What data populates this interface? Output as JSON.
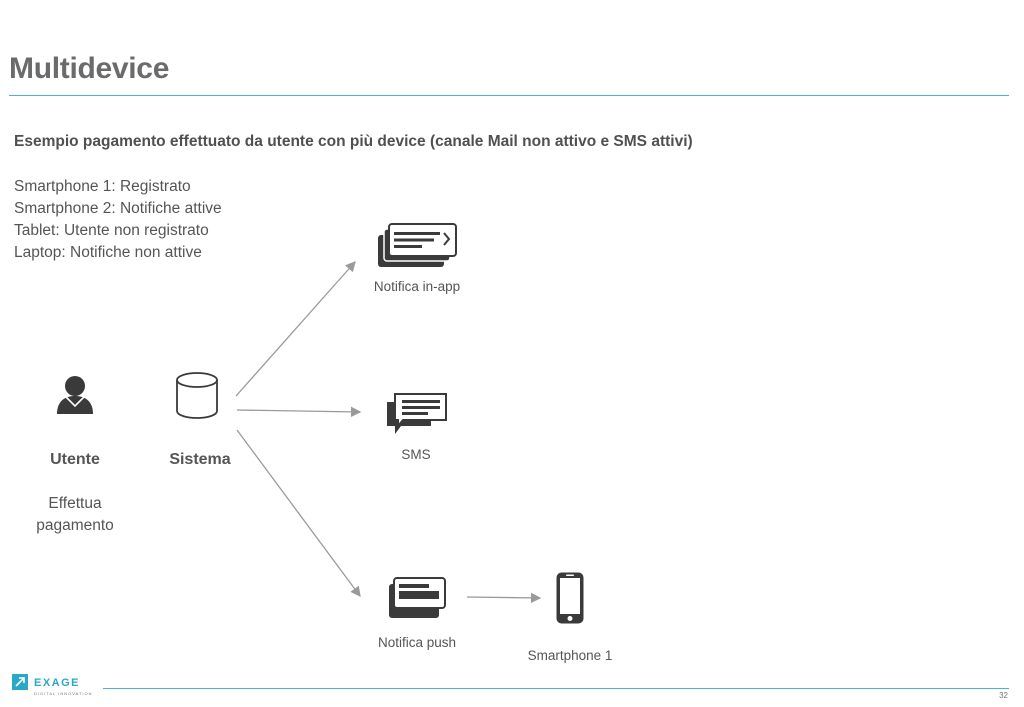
{
  "slide": {
    "title": "Multidevice",
    "subtitle": "Esempio pagamento effettuato da utente con più device (canale Mail non attivo e SMS attivi)",
    "devices": [
      "Smartphone 1: Registrato",
      "Smartphone 2: Notifiche attive",
      "Tablet: Utente non registrato",
      "Laptop: Notifiche non attive"
    ],
    "page_number": "32"
  },
  "diagram": {
    "nodes": {
      "user": {
        "label": "Utente",
        "sublabel_line1": "Effettua",
        "sublabel_line2": "pagamento",
        "icon": "user-icon"
      },
      "system": {
        "label": "Sistema",
        "icon": "database-icon"
      },
      "inapp": {
        "label": "Notifica in-app",
        "icon": "in-app-notification-icon"
      },
      "sms": {
        "label": "SMS",
        "icon": "sms-icon"
      },
      "push": {
        "label": "Notifica push",
        "icon": "push-notification-icon"
      },
      "phone": {
        "label": "Smartphone 1",
        "icon": "smartphone-icon"
      }
    },
    "edges": [
      {
        "from": "system",
        "to": "inapp"
      },
      {
        "from": "system",
        "to": "sms"
      },
      {
        "from": "system",
        "to": "push"
      },
      {
        "from": "push",
        "to": "phone"
      }
    ]
  },
  "logo": {
    "name": "EXAGE",
    "tagline": "DIGITAL INNOVATION",
    "accent": "#2aa8c4"
  },
  "colors": {
    "accent_rule": "#4fb3c9",
    "icon": "#3a3a3a",
    "arrow": "#9a9a9a"
  }
}
